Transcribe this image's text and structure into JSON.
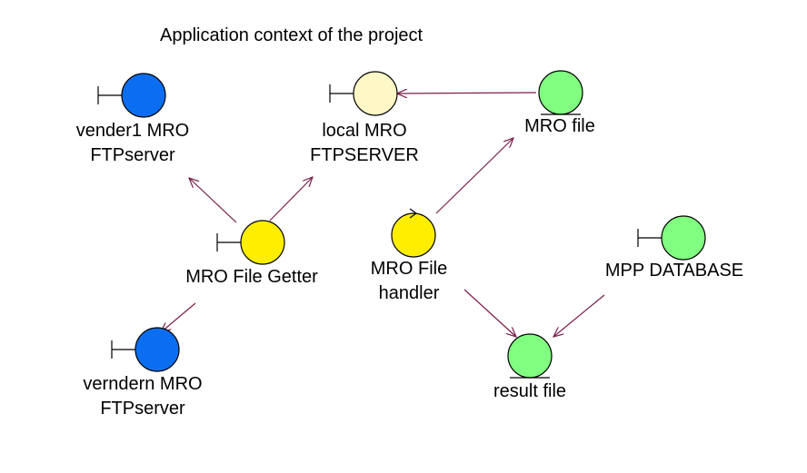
{
  "diagram": {
    "title": "Application context of the project",
    "nodes": {
      "vender1": {
        "lines": [
          "vender1 MRO",
          "FTPserver"
        ],
        "kind": "boundary",
        "color": "#0b6ef0"
      },
      "local": {
        "lines": [
          "local MRO",
          "FTPSERVER"
        ],
        "kind": "boundary",
        "color": "#fff8c6"
      },
      "mrofile": {
        "lines": [
          "MRO file"
        ],
        "kind": "entity",
        "color": "#80ff80"
      },
      "getter": {
        "lines": [
          "MRO File Getter"
        ],
        "kind": "boundary",
        "color": "#ffee00"
      },
      "handler": {
        "lines": [
          "MRO File",
          "handler"
        ],
        "kind": "control",
        "color": "#ffee00"
      },
      "mpp": {
        "lines": [
          "MPP DATABASE"
        ],
        "kind": "boundary",
        "color": "#80ff80"
      },
      "verndern": {
        "lines": [
          "verndern MRO",
          "FTPserver"
        ],
        "kind": "boundary",
        "color": "#0b6ef0"
      },
      "result": {
        "lines": [
          "result file"
        ],
        "kind": "entity",
        "color": "#80ff80"
      }
    },
    "connections": [
      {
        "from": "getter",
        "to": "vender1"
      },
      {
        "from": "getter",
        "to": "local"
      },
      {
        "from": "getter",
        "to": "verndern"
      },
      {
        "from": "mrofile",
        "to": "local"
      },
      {
        "from": "handler",
        "to": "mrofile"
      },
      {
        "from": "handler",
        "to": "result"
      },
      {
        "from": "mpp",
        "to": "result"
      }
    ],
    "colors": {
      "connector": "#7a1f4a",
      "outline": "#000000"
    }
  }
}
